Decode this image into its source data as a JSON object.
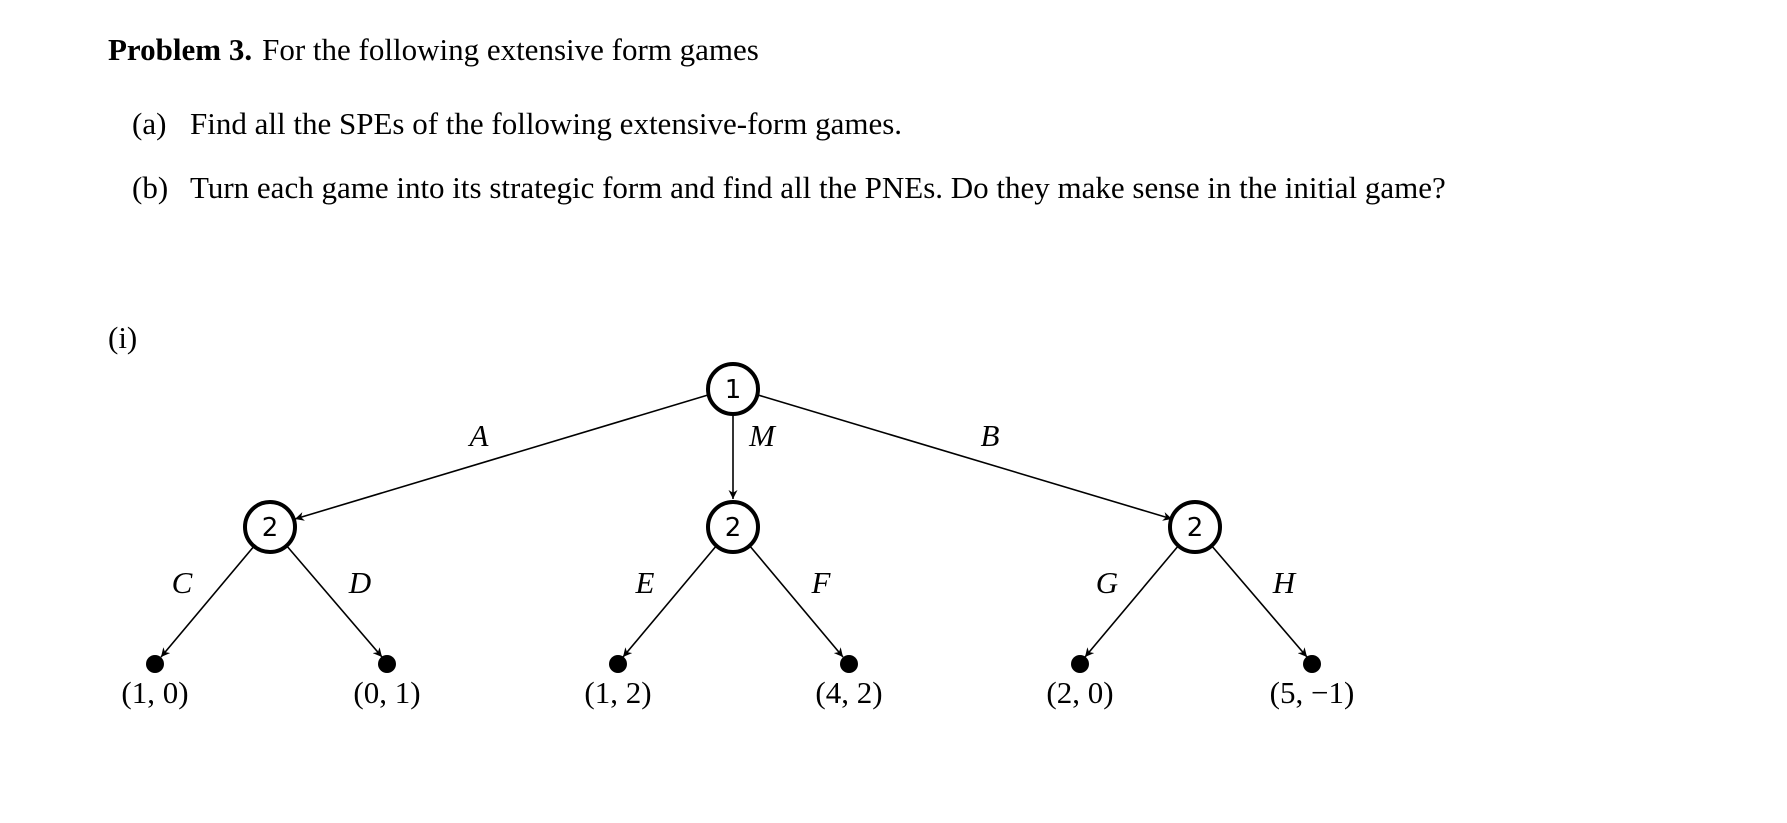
{
  "problem": {
    "title": "Problem 3.",
    "intro": "For the following extensive form games"
  },
  "parts": [
    {
      "label": "(a)",
      "text": "Find all the SPEs of the following extensive-form games."
    },
    {
      "label": "(b)",
      "text": "Turn each game into its strategic form and find all the PNEs. Do they make sense in the initial game?"
    }
  ],
  "game": {
    "label": "(i)",
    "root": {
      "player": "1"
    },
    "root_actions": [
      "A",
      "M",
      "B"
    ],
    "subgames": [
      {
        "player": "2",
        "actions": [
          "C",
          "D"
        ],
        "payoffs": [
          "(1, 0)",
          "(0, 1)"
        ]
      },
      {
        "player": "2",
        "actions": [
          "E",
          "F"
        ],
        "payoffs": [
          "(1, 2)",
          "(4, 2)"
        ]
      },
      {
        "player": "2",
        "actions": [
          "G",
          "H"
        ],
        "payoffs": [
          "(2, 0)",
          "(5, −1)"
        ]
      }
    ]
  }
}
